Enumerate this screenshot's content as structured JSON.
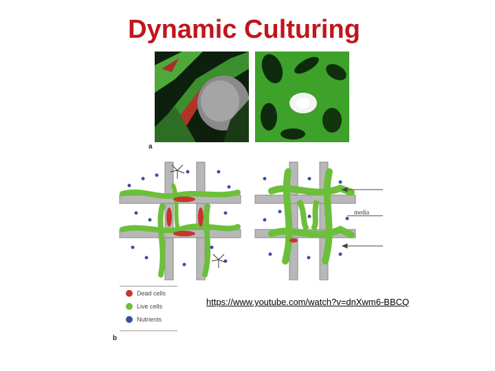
{
  "slide": {
    "title": "Dynamic Culturing",
    "panel_a_label": "a",
    "panel_b_label": "b",
    "media_label": "media",
    "link_text": "https://www.youtube.com/watch?v=dnXwm6-BBCQ"
  },
  "legend": {
    "items": [
      {
        "label": "Dead cells",
        "color": "#c8352a"
      },
      {
        "label": "Live cells",
        "color": "#6cbf3a"
      },
      {
        "label": "Nutrients",
        "color": "#3f4fa0"
      }
    ]
  },
  "colors": {
    "title": "#c0161c",
    "scaffold": "#b8b8b8",
    "live_cells": "#6cbf3a",
    "dead_cells": "#c8352a",
    "nutrients": "#3f4fa0"
  }
}
